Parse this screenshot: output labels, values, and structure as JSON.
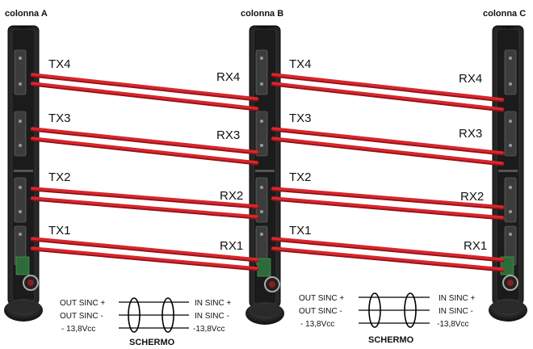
{
  "columns": {
    "a": "colonna A",
    "b": "colonna B",
    "c": "colonna C"
  },
  "beam_pairs": [
    {
      "tx": "TX4",
      "rx": "RX4"
    },
    {
      "tx": "TX3",
      "rx": "RX3"
    },
    {
      "tx": "TX2",
      "rx": "RX2"
    },
    {
      "tx": "TX1",
      "rx": "RX1"
    }
  ],
  "wiring": {
    "left": {
      "out": [
        "OUT SINC +",
        "OUT SINC -",
        "- 13,8Vcc"
      ],
      "in": [
        "IN SINC +",
        "IN SINC -",
        "-13,8Vcc"
      ],
      "cable": "SCHERMO"
    },
    "right": {
      "out": [
        "OUT SINC +",
        "OUT SINC -",
        "- 13,8Vcc"
      ],
      "in": [
        "IN SINC +",
        "IN SINC -",
        "-13,8Vcc"
      ],
      "cable": "SCHERMO"
    }
  },
  "colors": {
    "beam": "#d8262c",
    "beam_shadow": "#8f1116",
    "column": "#151515",
    "cable": "#000000"
  }
}
